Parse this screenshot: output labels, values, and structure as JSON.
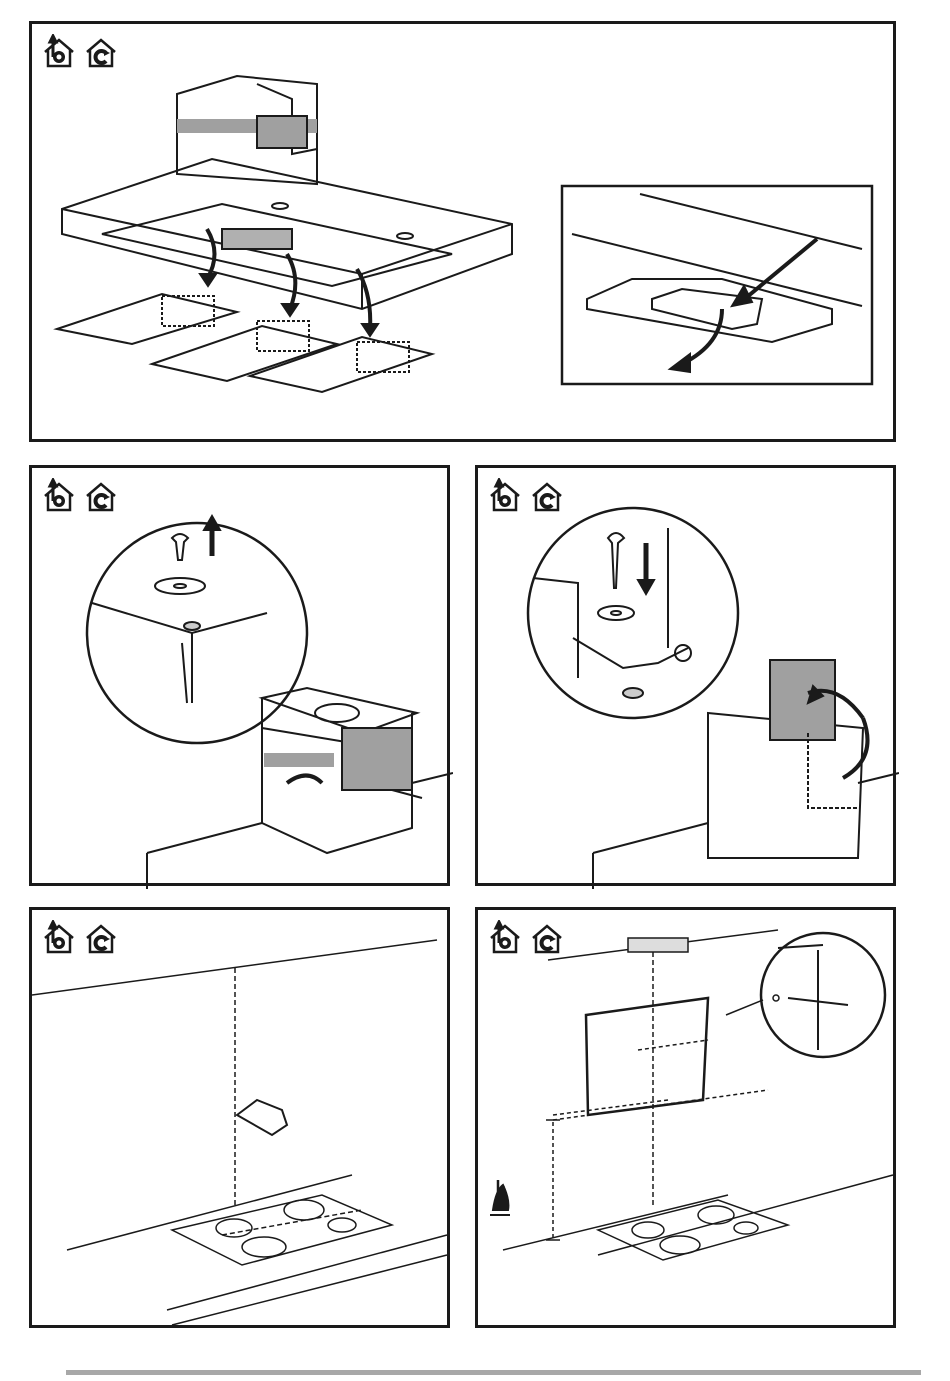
{
  "page": {
    "icons": [
      "ducted-extraction-icon",
      "recirculation-icon"
    ],
    "colors": {
      "line": "#1a1a1a",
      "shade": "#a0a0a0",
      "footer": "#a8a8a8"
    }
  },
  "panels": [
    {
      "id": "filter-removal",
      "icons": [
        "ducted-extraction-icon",
        "recirculation-icon"
      ]
    },
    {
      "id": "remove-screw",
      "icons": [
        "ducted-extraction-icon",
        "recirculation-icon"
      ]
    },
    {
      "id": "fit-screw",
      "icons": [
        "ducted-extraction-icon",
        "recirculation-icon"
      ]
    },
    {
      "id": "mark-wall",
      "icons": [
        "ducted-extraction-icon",
        "recirculation-icon"
      ]
    },
    {
      "id": "template-wall",
      "icons": [
        "ducted-extraction-icon",
        "recirculation-icon",
        "electric-hob-icon",
        "gas-hob-icon"
      ]
    }
  ]
}
